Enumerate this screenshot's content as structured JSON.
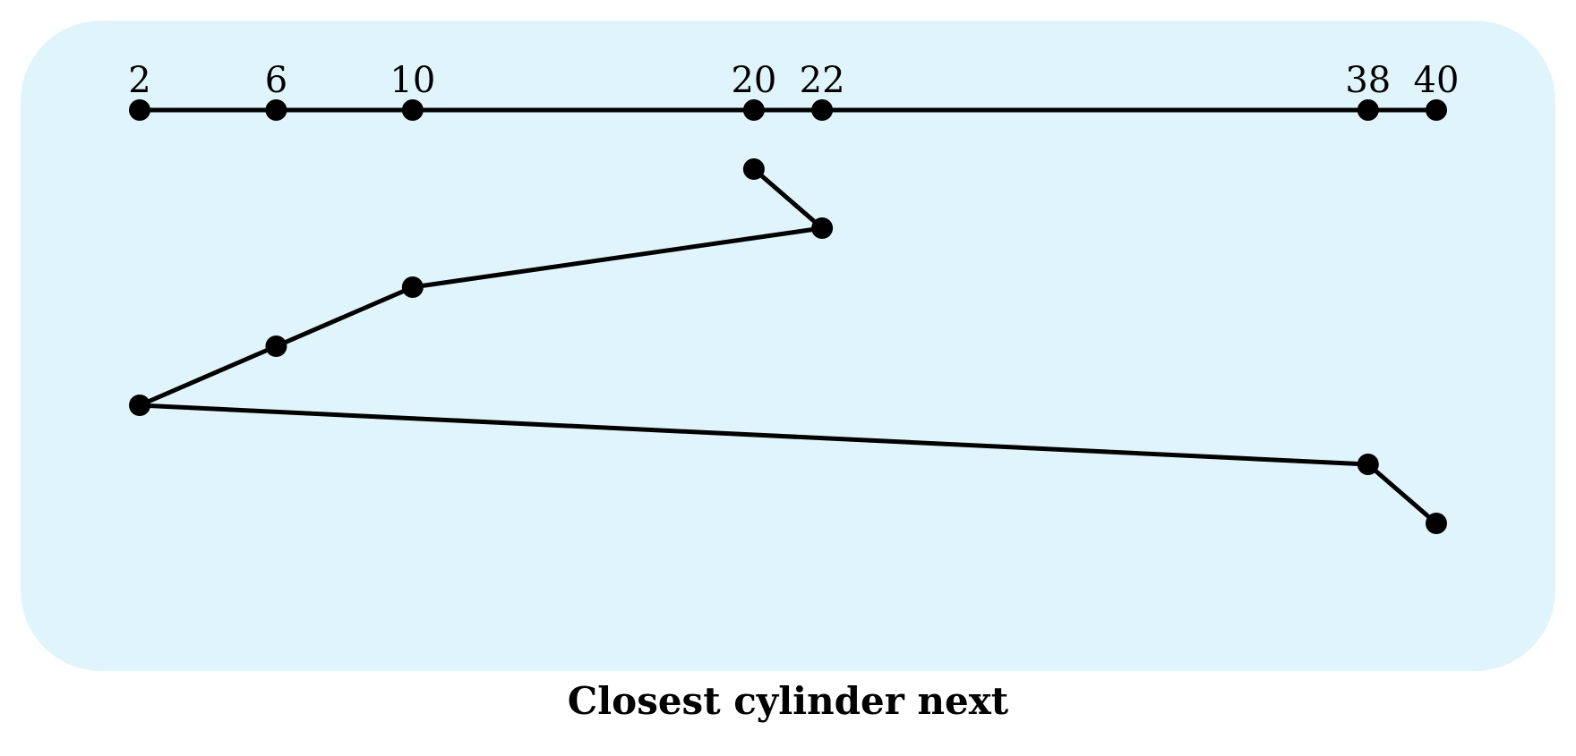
{
  "caption": "Closest cylinder next",
  "colors": {
    "panel": "#e0f5fb",
    "ink": "#000000"
  },
  "cylinders": [
    2,
    6,
    10,
    20,
    22,
    38,
    40
  ],
  "cylinder_labels": [
    "2",
    "6",
    "10",
    "20",
    "22",
    "38",
    "40"
  ],
  "visit_order": [
    20,
    22,
    10,
    6,
    2,
    38,
    40
  ]
}
